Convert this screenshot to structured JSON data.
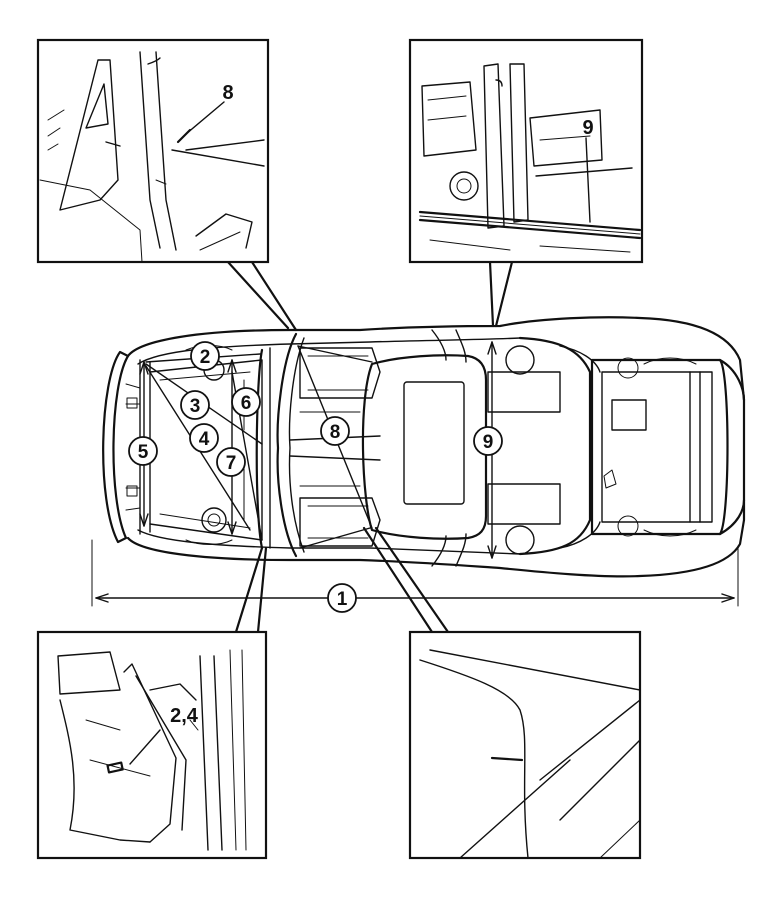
{
  "callouts": {
    "c1": "1",
    "c2": "2",
    "c3": "3",
    "c4": "4",
    "c5": "5",
    "c6": "6",
    "c7": "7",
    "c8": "8",
    "c9": "9"
  },
  "detail_labels": {
    "top_left": "8",
    "top_right": "9",
    "bottom_left": "2,4"
  }
}
